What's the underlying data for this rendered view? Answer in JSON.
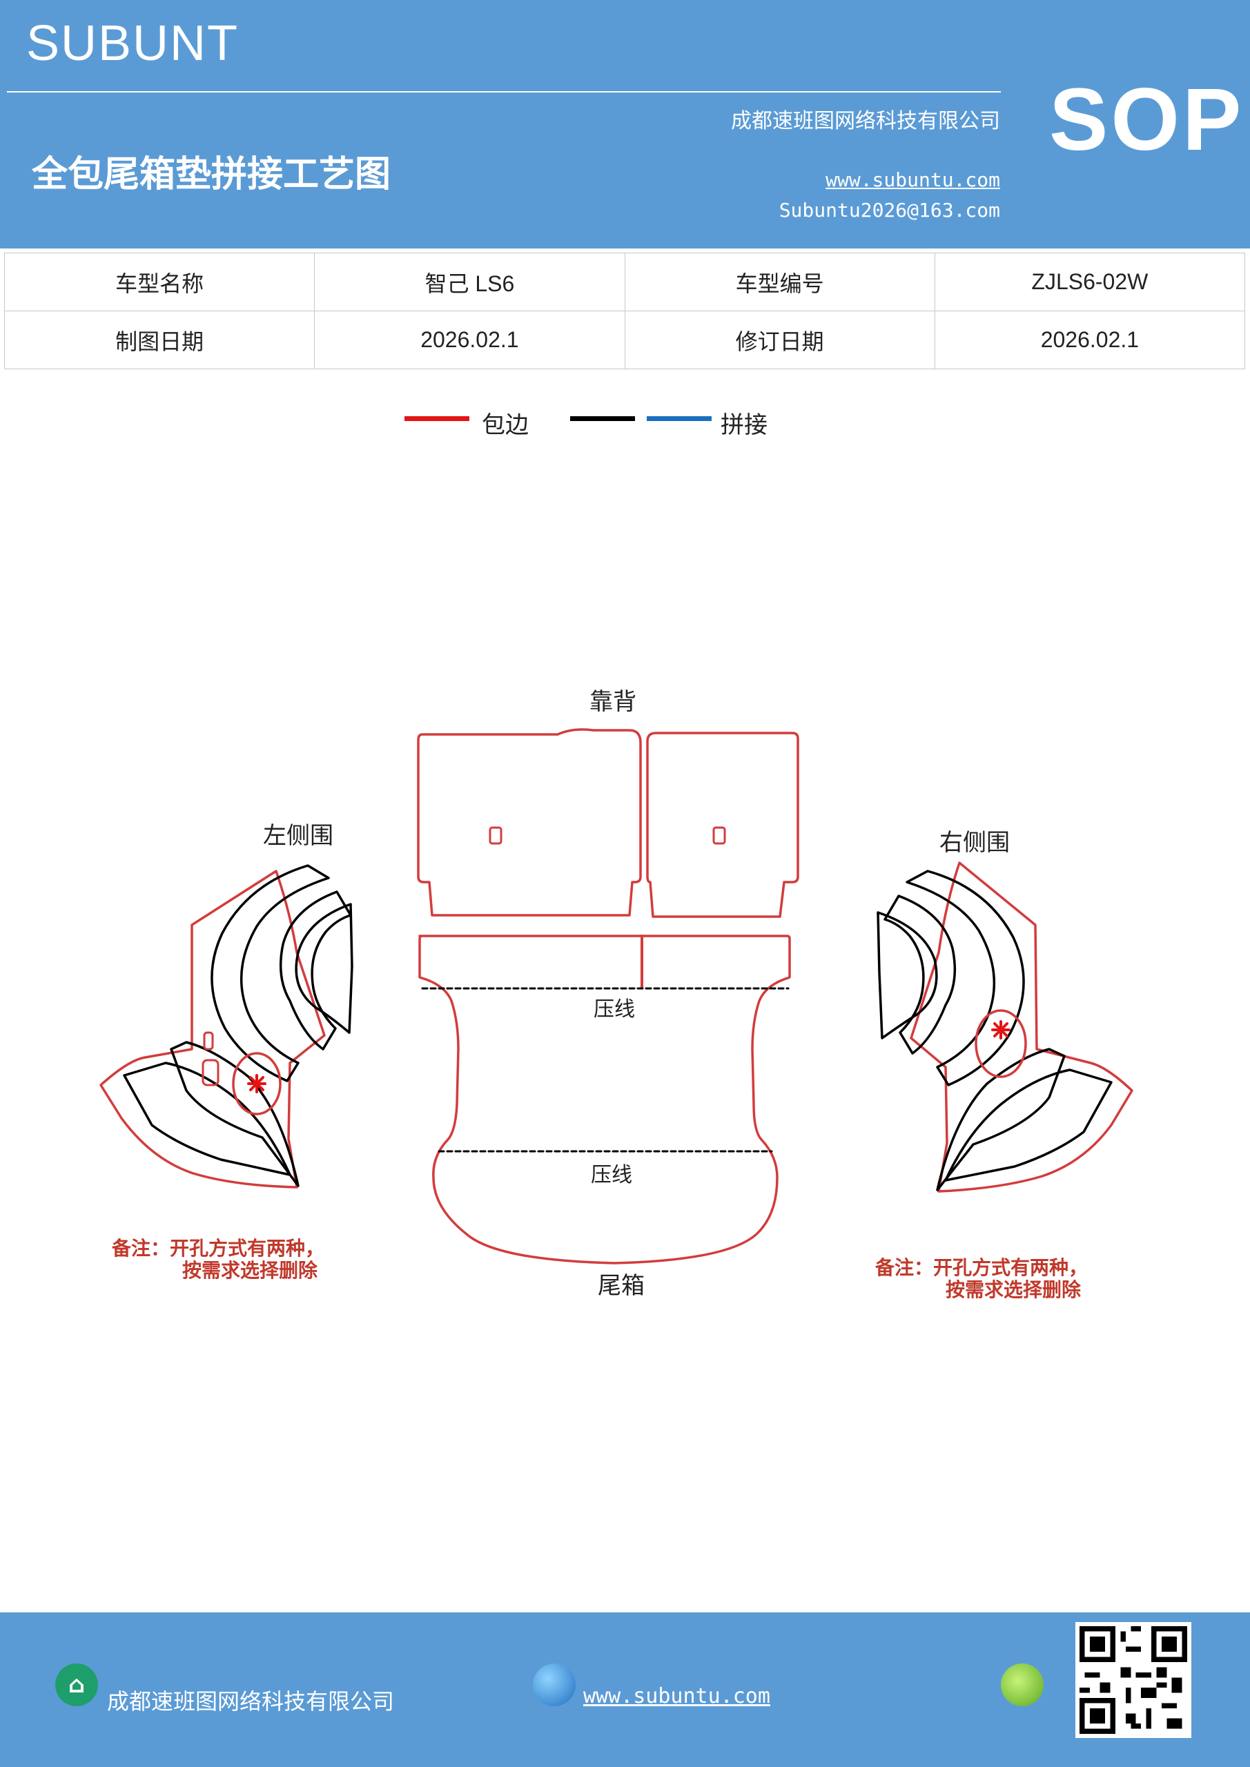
{
  "header": {
    "brand": "SUBUNT",
    "title": "全包尾箱垫拼接工艺图",
    "company": "成都速班图网络科技有限公司",
    "website": "www.subuntu.com",
    "email": "Subuntu2026@163.com",
    "sop": "SOP"
  },
  "info": {
    "rows": [
      [
        "车型名称",
        "智己 LS6",
        "车型编号",
        "ZJLS6-02W"
      ],
      [
        "制图日期",
        "2026.02.1",
        "修订日期",
        "2026.02.1"
      ]
    ]
  },
  "legend": {
    "edging_label": "包边",
    "splice_label": "拼接",
    "colors": {
      "edging": "#e31414",
      "black": "#000000",
      "splice": "#1a6fc0"
    }
  },
  "diagram": {
    "backrest": "靠背",
    "left_side": "左侧围",
    "right_side": "右侧围",
    "press_line_1": "压线",
    "press_line_2": "压线",
    "trunk": "尾箱",
    "left_note_1": "备注：开孔方式有两种，",
    "left_note_2": "按需求选择删除",
    "right_note_1": "备注：开孔方式有两种，",
    "right_note_2": "按需求选择删除"
  },
  "footer": {
    "company": "成都速班图网络科技有限公司",
    "website": "www.subuntu.com"
  },
  "icons": [
    "building-icon",
    "globe-icon",
    "leaf-icon",
    "qr-code"
  ]
}
